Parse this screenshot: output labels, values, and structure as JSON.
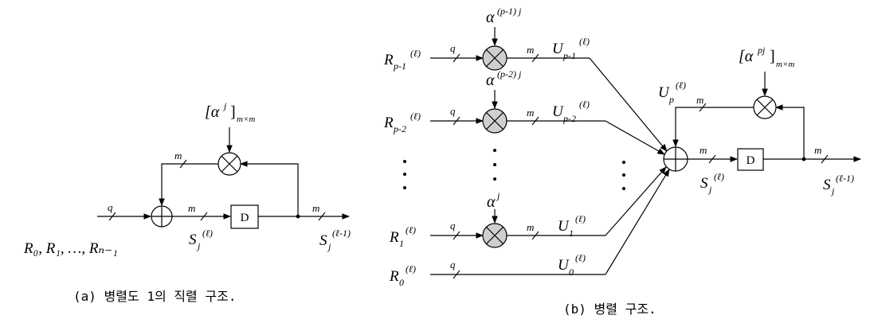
{
  "figure_a": {
    "input_label": "R₀, R₁, …, Rₙ₋₁",
    "width_q": "q",
    "width_m1": "m",
    "width_m2": "m",
    "width_m3": "m",
    "state_label": "S",
    "state_sub": "j",
    "state_sup": "(ℓ)",
    "delay_label": "D",
    "out_label": "S",
    "out_sub": "j",
    "out_sup": "(ℓ-1)",
    "matrix_label": "[α",
    "matrix_exp": "j",
    "matrix_close": "]",
    "matrix_dim": "m×m",
    "caption": "(a) 병렬도 1의 직렬 구조."
  },
  "figure_b": {
    "rows": [
      {
        "in": "R",
        "in_sub": "p-1",
        "in_sup": "(ℓ)",
        "coef": "α",
        "coef_exp": "(p-1) j",
        "u": "U",
        "u_sub": "p-1",
        "u_sup": "(ℓ)",
        "q": "q",
        "m": "m"
      },
      {
        "in": "R",
        "in_sub": "p-2",
        "in_sup": "(ℓ)",
        "coef": "α",
        "coef_exp": "(p-2) j",
        "u": "U",
        "u_sub": "p-2",
        "u_sup": "(ℓ)",
        "q": "q",
        "m": "m"
      },
      {
        "in": "R",
        "in_sub": "1",
        "in_sup": "(ℓ)",
        "coef": "α",
        "coef_exp": "j",
        "u": "U",
        "u_sub": "1",
        "u_sup": "(ℓ)",
        "q": "q",
        "m": "m"
      },
      {
        "in": "R",
        "in_sub": "0",
        "in_sup": "(ℓ)",
        "u": "U",
        "u_sub": "0",
        "u_sup": "(ℓ)",
        "q": "q"
      }
    ],
    "up": "U",
    "up_sub": "p",
    "up_sup": "(ℓ)",
    "fb_m": "m",
    "matrix_label": "[α",
    "matrix_exp": "pj",
    "matrix_close": "]",
    "matrix_dim": "m×m",
    "sum_m": "m",
    "state_label": "S",
    "state_sub": "j",
    "state_sup": "(ℓ)",
    "delay_label": "D",
    "out_m": "m",
    "out_label": "S",
    "out_sub": "j",
    "out_sup": "(ℓ-1)",
    "caption": "(b) 병렬 구조."
  }
}
